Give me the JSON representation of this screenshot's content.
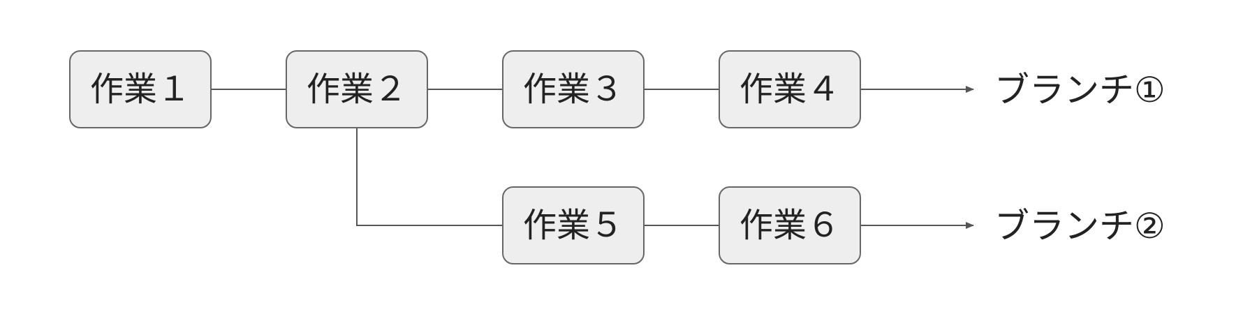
{
  "tasks": [
    {
      "label": "作業１"
    },
    {
      "label": "作業２"
    },
    {
      "label": "作業３"
    },
    {
      "label": "作業４"
    },
    {
      "label": "作業５"
    },
    {
      "label": "作業６"
    }
  ],
  "branches": [
    {
      "label": "ブランチ①"
    },
    {
      "label": "ブランチ②"
    }
  ],
  "colors": {
    "box_fill": "#eeeeee",
    "box_border": "#666666",
    "connector": "#555555",
    "text": "#222222"
  }
}
